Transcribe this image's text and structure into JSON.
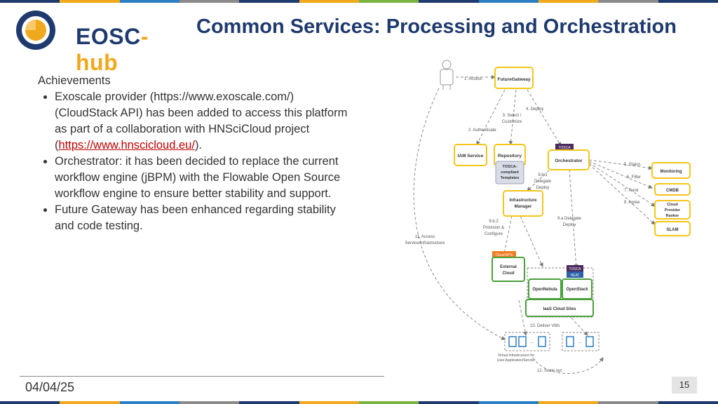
{
  "logo": {
    "text_main": "EOSC",
    "text_accent": "-hub"
  },
  "title": "Common Services: Processing and Orchestration",
  "content": {
    "heading": "Achievements",
    "bullet1_text": "Exoscale provider (https://www.exoscale.com/) (CloudStack API) has been added to access this platform as part of a collaboration with HNSciCloud project (",
    "bullet1_link": "https://www.hnscicloud.eu/",
    "bullet1_tail": ").",
    "bullet2": "Orchestrator: it has been decided to replace the current workflow engine (jBPM) with the Flowable Open Source workflow engine to ensure better stability and support.",
    "bullet3": "Future Gateway has been enhanced regarding stability and code testing."
  },
  "diagram": {
    "nodes": {
      "future_gateway": "FutureGateway",
      "iam_service": "IAM Service",
      "repository": "Repository",
      "tosca_templates": [
        "TOSCA-",
        "compliant",
        "Templates"
      ],
      "orchestrator": "Orchestrator",
      "tosca_tag": "TOSCA",
      "monitoring": "Monitoring",
      "cmdb": "CMDB",
      "cloud_provider_ranker": [
        "Cloud",
        "Provider",
        "Ranker"
      ],
      "slam": "SLAM",
      "infrastructure_manager": [
        "Infrastructure",
        "Manager"
      ],
      "cloud_apis_tag": "Cloud APIs",
      "external_cloud": [
        "External",
        "Cloud"
      ],
      "tosca_tag2": "TOSCA",
      "heat_tag": "HEAT",
      "opennebula": "OpenNebula",
      "openstack": "OpenStack",
      "iaas_cloud_sites": "IaaS Cloud Sites",
      "virtual_infra": [
        "Virtual Infrastructure for",
        "User Application/Service"
      ],
      "ellipsis": "..."
    },
    "edges": {
      "access": "1. Access",
      "authenticate": "2. Authenticate",
      "select_customize": [
        "3. Select /",
        "Customize"
      ],
      "deploy": "4. Deploy",
      "status": "5. Status",
      "filter": "6. Filter",
      "rank": "7. Rank",
      "agree": "8. Agree",
      "delegate_deploy_b1": [
        "9.b.1",
        "Delegate",
        "Deploy"
      ],
      "delegate_deploy_a": [
        "9.a Delegate",
        "Deploy"
      ],
      "provision_configure": [
        "9.b.2",
        "Provision &",
        "Configure"
      ],
      "deliver_vms": "10. Deliver VMs",
      "access_service": [
        "11. Access",
        "Service/Infrastructure"
      ],
      "scale_out": "12. Scale out"
    }
  },
  "footer": {
    "date": "04/04/25",
    "page": "15"
  },
  "colors": {
    "brand_navy": "#1e3a6e",
    "brand_orange": "#f0a81c",
    "node_yellow": "#f5c518",
    "node_green": "#4aa03a",
    "link_red": "#c00000",
    "stripe": [
      "#1e3a6e",
      "#f0a81c",
      "#2b7fc4",
      "#8a8a8a",
      "#1e3a6e",
      "#f0a81c",
      "#7bb342",
      "#1e3a6e",
      "#2b7fc4",
      "#f0a81c",
      "#8a8a8a",
      "#1e3a6e"
    ]
  }
}
